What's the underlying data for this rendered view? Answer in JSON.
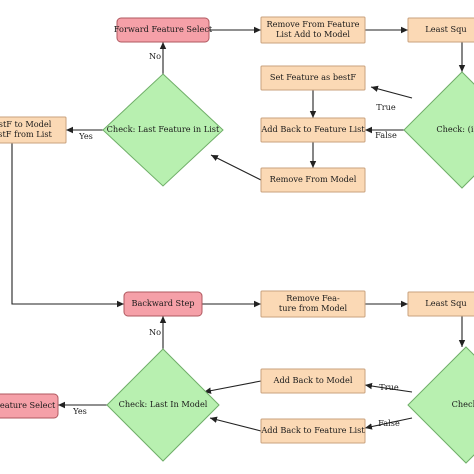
{
  "colors": {
    "process_fill": "#fbd9b5",
    "process_stroke": "#c9a27e",
    "terminal_fill": "#f5a0a8",
    "terminal_stroke": "#b0585f",
    "decision_fill": "#b8f0b0",
    "decision_stroke": "#6fae68",
    "edge": "#222222"
  },
  "nodes": {
    "forward_feature_select": [
      "Forward Feature Select"
    ],
    "remove_from_feature_list_add": [
      "Remove From Feature",
      "List Add to Model"
    ],
    "least_squares_top": [
      "Least Squ"
    ],
    "set_feature_bestf": [
      "Set Feature as bestF"
    ],
    "add_back_feature_list_top": [
      "Add Back to Feature List"
    ],
    "remove_from_model": [
      "Remove From Model"
    ],
    "check_last_feature": [
      "Check: Last Feature in List"
    ],
    "check_i_top": [
      "Check: (i), (i"
    ],
    "add_bestf_to_model": [
      "bestF to Model",
      "bestF from List"
    ],
    "backward_step": [
      "Backward Step"
    ],
    "remove_feature_from_model": [
      "Remove Fea-",
      "ture from Model"
    ],
    "least_squares_bottom": [
      "Least Squ"
    ],
    "add_back_to_model": [
      "Add Back to Model"
    ],
    "add_back_feature_list_bottom": [
      "Add Back to Feature List"
    ],
    "check_last_in_model": [
      "Check: Last In Model"
    ],
    "check_bottom": [
      "Check: "
    ],
    "feature_select_bottom": [
      "Feature Select"
    ]
  },
  "edge_labels": {
    "no_top": "No",
    "yes_top": "Yes",
    "true_top": "True",
    "false_top": "False",
    "no_bottom": "No",
    "yes_bottom": "Yes",
    "true_bottom": "True",
    "false_bottom": "False"
  }
}
